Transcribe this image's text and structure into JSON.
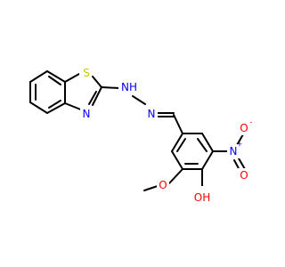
{
  "molecule": {
    "colors": {
      "bond": "#000000",
      "C": "#000000",
      "N": "#0000ff",
      "O": "#ff0000",
      "S": "#c8c800"
    },
    "atoms": {
      "S1": {
        "text": "S",
        "element": "S"
      },
      "N1": {
        "text": "N",
        "element": "N"
      },
      "NH": {
        "text": "NH",
        "element": "N"
      },
      "N3": {
        "text": "N",
        "element": "N"
      },
      "Nnitro": {
        "text": "N",
        "element": "N",
        "charge": "+"
      },
      "Ominus": {
        "text": "O",
        "element": "O",
        "charge": "-"
      },
      "Onitro2": {
        "text": "O",
        "element": "O"
      },
      "Omethoxy": {
        "text": "O",
        "element": "O"
      },
      "OH": {
        "text": "OH",
        "element": "O"
      }
    }
  }
}
